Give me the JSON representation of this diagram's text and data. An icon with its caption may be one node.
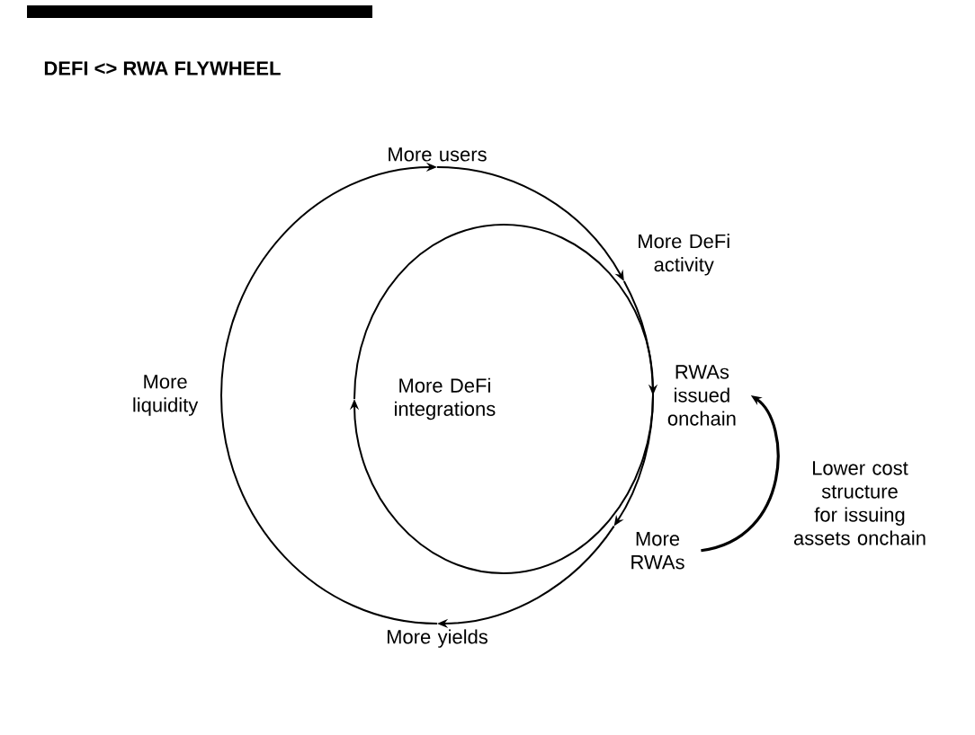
{
  "diagram": {
    "title": "DEFI <> RWA FLYWHEEL",
    "nodes": [
      {
        "text": [
          "More users"
        ]
      },
      {
        "text": [
          "More DeFi activity"
        ]
      },
      {
        "text": [
          "RWAs issued onchain"
        ]
      },
      {
        "text": [
          "More RWAs"
        ]
      },
      {
        "text": [
          "More yields"
        ]
      },
      {
        "text": [
          "More liquidity"
        ]
      },
      {
        "text": [
          "More DeFi integrations"
        ]
      }
    ],
    "edges": [
      {
        "from": 0,
        "to": 1,
        "arrow": "to"
      },
      {
        "from": 1,
        "to": 2,
        "arrow": "none"
      },
      {
        "from": 2,
        "to": 3,
        "arrow": "to"
      },
      {
        "from": 3,
        "to": 4,
        "arrow": "to"
      },
      {
        "from": 4,
        "to": 5,
        "arrow": "none"
      },
      {
        "from": 5,
        "to": 0,
        "arrow": "to"
      },
      {
        "from": 2,
        "to": 6,
        "arrow": "to"
      },
      {
        "from": 6,
        "to": 2,
        "arrow": "to"
      },
      {
        "from": 3,
        "to": 2,
        "arrow": "to",
        "label": "Lower cost structure for issuing assets onchain"
      }
    ]
  }
}
